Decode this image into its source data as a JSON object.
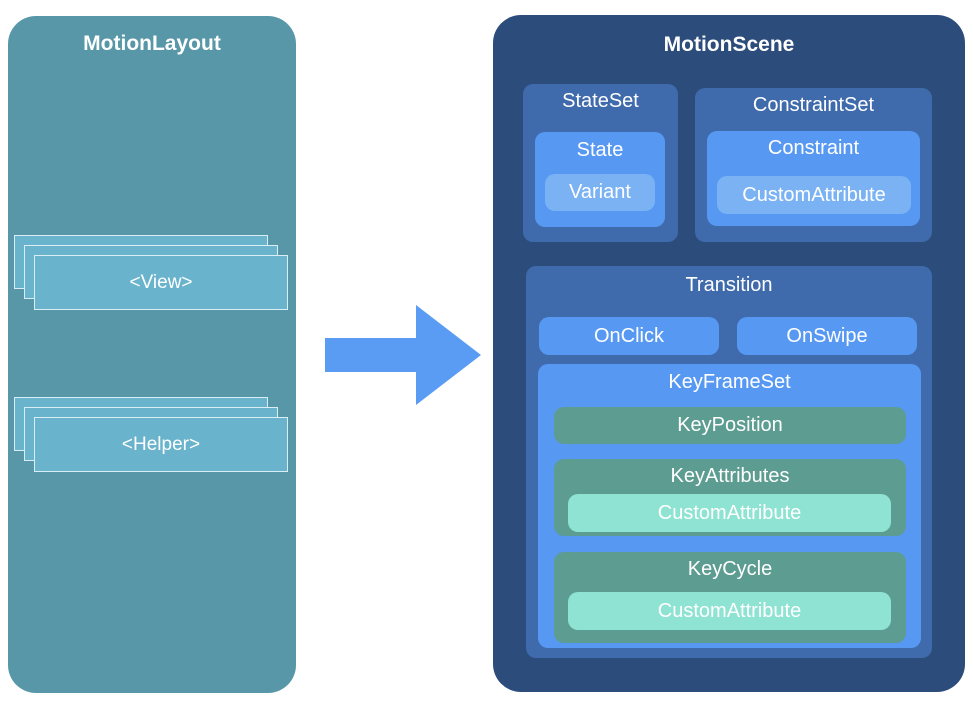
{
  "motion_layout": {
    "title": "MotionLayout",
    "view_label": "<View>",
    "helper_label": "<Helper>"
  },
  "motion_scene": {
    "title": "MotionScene",
    "state_set": {
      "title": "StateSet",
      "state": {
        "title": "State",
        "variant": "Variant"
      }
    },
    "constraint_set": {
      "title": "ConstraintSet",
      "constraint": {
        "title": "Constraint",
        "custom_attribute": "CustomAttribute"
      }
    },
    "transition": {
      "title": "Transition",
      "on_click": "OnClick",
      "on_swipe": "OnSwipe",
      "key_frame_set": {
        "title": "KeyFrameSet",
        "key_position": "KeyPosition",
        "key_attributes": {
          "title": "KeyAttributes",
          "custom_attribute": "CustomAttribute"
        },
        "key_cycle": {
          "title": "KeyCycle",
          "custom_attribute": "CustomAttribute"
        }
      }
    }
  },
  "colors": {
    "motion_layout_bg": "#5897a8",
    "motion_scene_bg": "#2c4c7b",
    "arrow": "#5a9cf3",
    "card_fill": "#69b3cc",
    "key_green": "#5c9c91",
    "custom_attribute_mint": "#8ee3d2"
  }
}
